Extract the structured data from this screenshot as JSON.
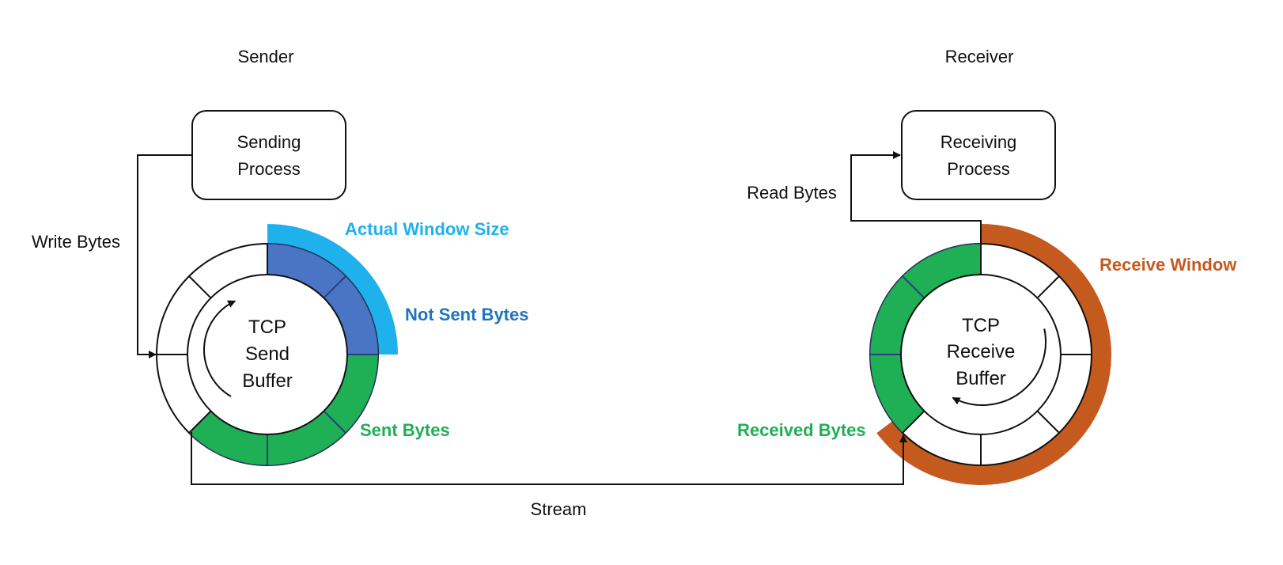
{
  "sender": {
    "title": "Sender",
    "process_line1": "Sending",
    "process_line2": "Process",
    "write_label": "Write Bytes",
    "buffer_line1": "TCP",
    "buffer_line2": "Send",
    "buffer_line3": "Buffer",
    "actual_window_label": "Actual Window Size",
    "not_sent_label": "Not Sent Bytes",
    "sent_label": "Sent Bytes"
  },
  "receiver": {
    "title": "Receiver",
    "process_line1": "Receiving",
    "process_line2": "Process",
    "read_label": "Read Bytes",
    "buffer_line1": "TCP",
    "buffer_line2": "Receive",
    "buffer_line3": "Buffer",
    "receive_window_label": "Receive Window",
    "received_label": "Received Bytes"
  },
  "stream_label": "Stream",
  "colors": {
    "actual_window": "#1fb1ec",
    "not_sent": "#4a74c4",
    "not_sent_text": "#1f74c0",
    "sent": "#1faf55",
    "receive_window": "#c55a1f",
    "line": "#111111"
  }
}
